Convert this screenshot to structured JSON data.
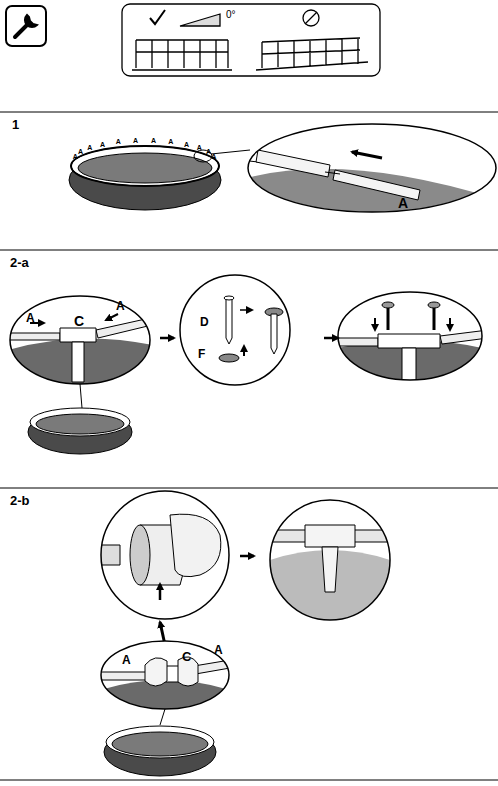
{
  "diagram": {
    "labels": [
      "0°",
      "1",
      "A",
      "A",
      "A",
      "A",
      "A",
      "A",
      "A",
      "A",
      "A",
      "A",
      "A",
      "A",
      "A",
      "2-a",
      "A",
      "C",
      "A",
      "D",
      "F",
      "2-b",
      "A",
      "C",
      "A"
    ]
  }
}
